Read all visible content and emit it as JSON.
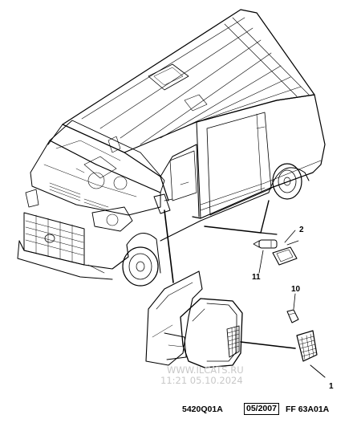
{
  "callouts": {
    "c1": "1",
    "c2": "2",
    "c10": "10",
    "c11": "11"
  },
  "watermark": {
    "line1": "WWW.ILCATS.RU",
    "line2": "11:21 05.10.2024"
  },
  "footer": {
    "code": "5420Q01A",
    "date": "05/2007",
    "ref": "FF 63A01A"
  }
}
